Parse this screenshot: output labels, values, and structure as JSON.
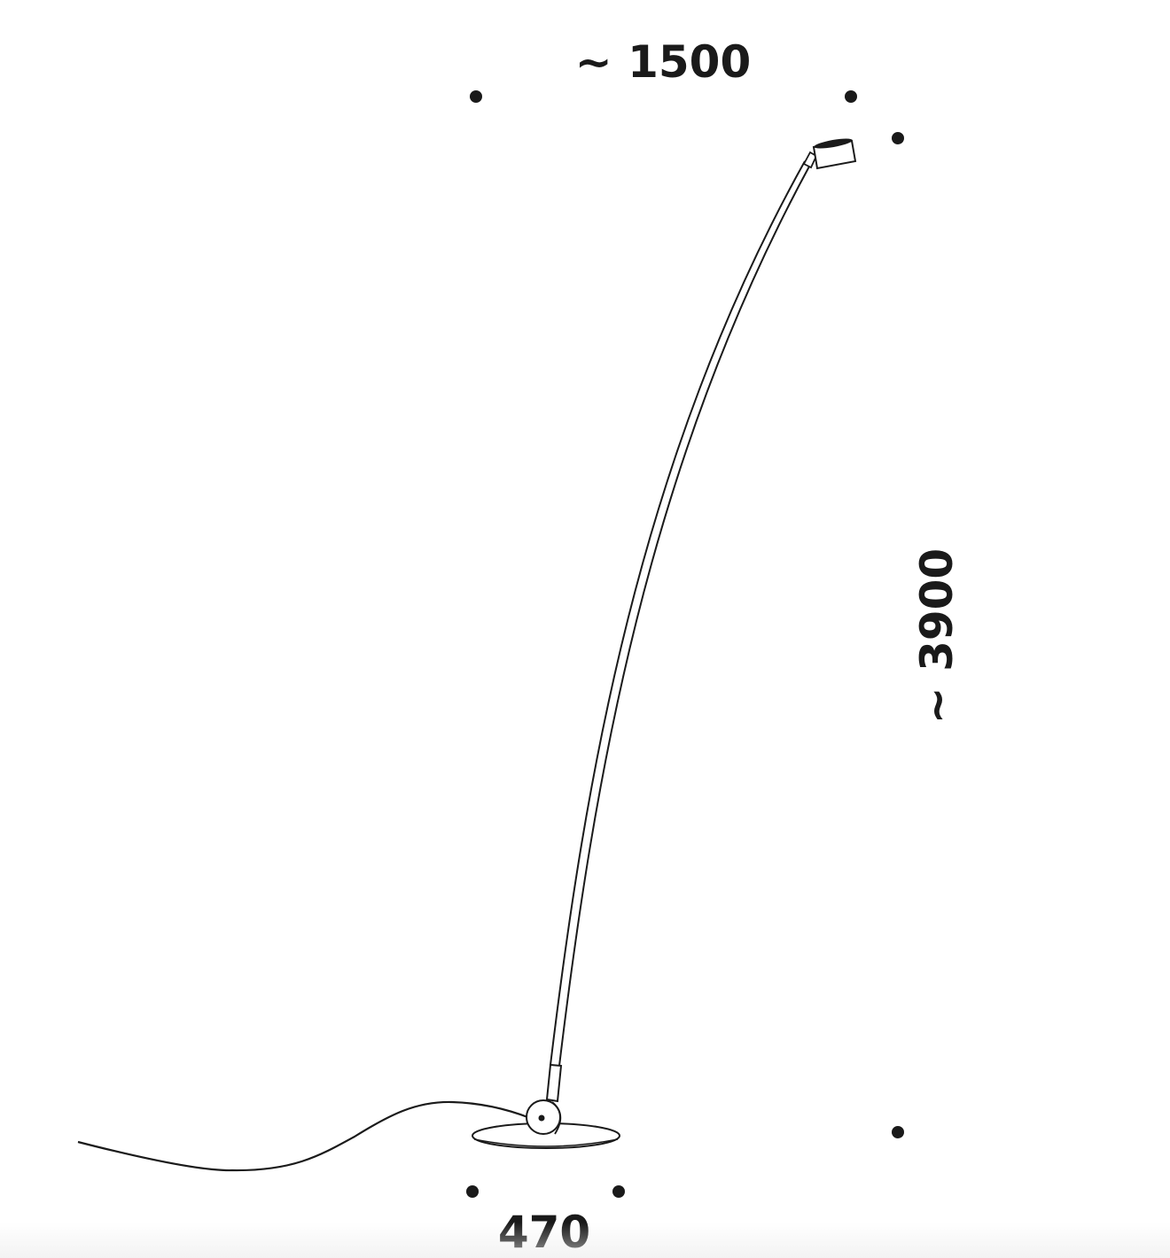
{
  "dimensions": {
    "width_label": "~ 1500",
    "height_label": "~ 3900",
    "base_label": "470"
  },
  "colors": {
    "ink": "#1a1a1a",
    "background": "#ffffff"
  }
}
